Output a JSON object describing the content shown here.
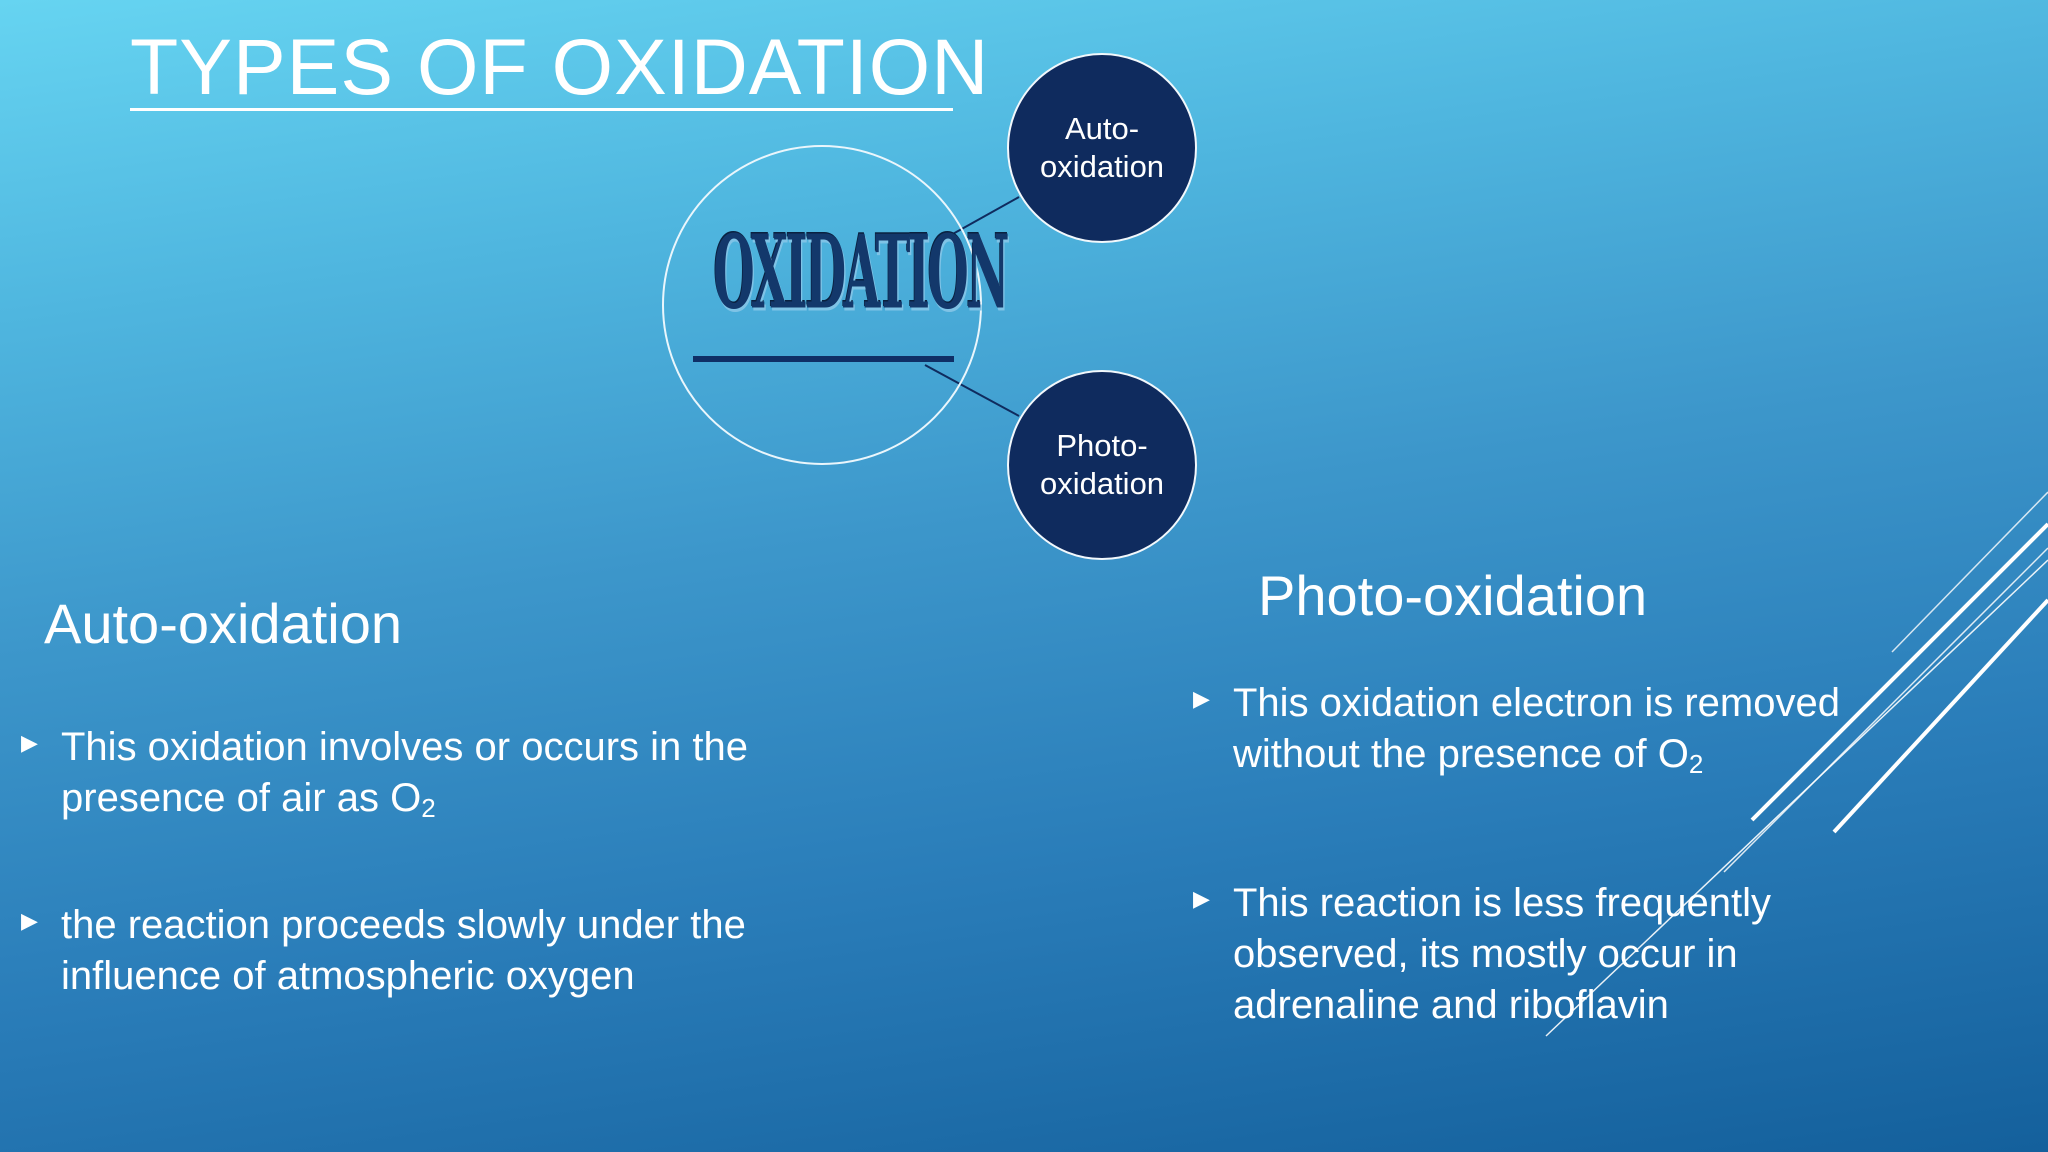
{
  "slide": {
    "title": "TYPES OF OXIDATION"
  },
  "diagram": {
    "center_label": "OXIDATION",
    "nodes": [
      {
        "line1": "Auto-",
        "line2": "oxidation"
      },
      {
        "line1": "Photo-",
        "line2": "oxidation"
      }
    ]
  },
  "auto_oxidation": {
    "heading": "Auto-oxidation",
    "bullets": [
      {
        "line1": "This oxidation involves or occurs in the",
        "line2": "presence of air as O",
        "sub": "2"
      },
      {
        "line1": "the reaction proceeds slowly under the",
        "line2": "influence of atmospheric oxygen"
      }
    ]
  },
  "photo_oxidation": {
    "heading": "Photo-oxidation",
    "bullets": [
      {
        "line1": "This oxidation electron is removed",
        "line2": "without the presence of O",
        "sub": "2"
      },
      {
        "line1": "This reaction is less frequently",
        "line2": "observed, its mostly occur in",
        "line3": "adrenaline and riboflavin"
      }
    ]
  },
  "colors": {
    "background_top": "#66d4f1",
    "background_bottom": "#14609c",
    "node_fill": "#0f2b5e",
    "hub_text": "#13386b",
    "bullet_marker": "#ffffff"
  },
  "icons": {
    "bullet": "triangle-right-icon"
  }
}
